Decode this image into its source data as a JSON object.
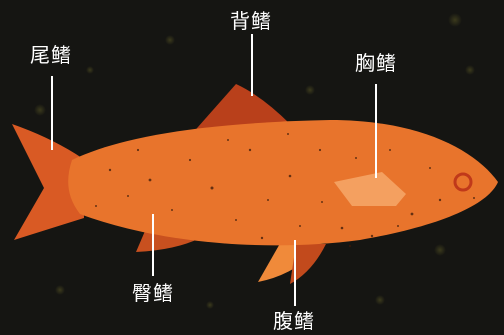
{
  "diagram": {
    "labels": {
      "tail_fin": "尾鳍",
      "dorsal_fin": "背鳍",
      "pectoral_fin": "胸鳍",
      "anal_fin": "臀鳍",
      "pelvic_fin": "腹鳍"
    },
    "colors": {
      "background": "#151512",
      "body": "#e8742c",
      "fin_dark": "#b9401b",
      "fin_light": "#f08a3a",
      "pectoral": "#f4a060",
      "eye": "#c0391a",
      "leader_line": "#ffffff",
      "label_text": "#ffffff"
    }
  }
}
